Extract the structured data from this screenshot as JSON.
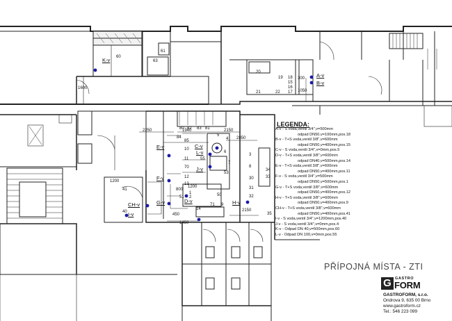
{
  "legend": {
    "title": "LEGENDA:",
    "lines": [
      {
        "text": "A-v - S voda,ventil 3/4\",v=500mm",
        "sub": false
      },
      {
        "text": "odpad DN50,v=100mm,pos.18",
        "sub": true
      },
      {
        "text": "B-v - T+S voda,ventil 3/8\",v=600mm",
        "sub": false
      },
      {
        "text": "odpad DN50,v=400mm,pos.15",
        "sub": true
      },
      {
        "text": "C-v - S voda,ventil 3/4\",v=0mm,pos.5",
        "sub": false
      },
      {
        "text": "D-v - T+S voda,ventil 3/8\",v=600mm",
        "sub": false
      },
      {
        "text": "odpad DN40,v=500mm,pos.14",
        "sub": true
      },
      {
        "text": "E-v - T+S voda,ventil 3/8\",v=600mm",
        "sub": false
      },
      {
        "text": "odpad DN50,v=400mm,pos.11",
        "sub": true
      },
      {
        "text": "F-v - S voda,ventil 3/4\",v=500mm",
        "sub": false
      },
      {
        "text": "odpad DN50,v=500mm,pos.1",
        "sub": true
      },
      {
        "text": "G-v - T+S voda,ventil 3/8\",v=600mm",
        "sub": false
      },
      {
        "text": "odpad DN50,v=400mm,pos.12",
        "sub": true
      },
      {
        "text": "H-v - T+S voda,ventil 3/8\",v=600mm",
        "sub": false
      },
      {
        "text": "odpad DN50,v=400mm,pos.9",
        "sub": true
      },
      {
        "text": "CH-v - T+S voda,ventil 3/8\",v=600mm",
        "sub": false
      },
      {
        "text": "odpad DN50,v=400mm,pos.41",
        "sub": true
      },
      {
        "text": "I-v - S voda,ventil 3/4\",v=1200mm,pos.40",
        "sub": false
      },
      {
        "text": "J-v - S voda,ventil 3/4\",v=0mm,pos.4",
        "sub": false
      },
      {
        "text": "K-v - Odpad DN 40,v=500mm,pos.60",
        "sub": false
      },
      {
        "text": "L-v - Odpad DN 100,v=0mm,pos.55",
        "sub": false
      }
    ]
  },
  "title_block": {
    "sheet_title": "PŘÍPOJNÁ MÍSTA  - ZTI",
    "logo_mark": "G",
    "logo_small": "GASTRO",
    "logo_big": "FORM",
    "company": "GASTROFORM, s.r.o.",
    "address": "Ondrova 9, 635 00 Brno",
    "web": "www.gastroform.cz",
    "phone": "Tel.: 546 223 099"
  },
  "connections": [
    "A-v",
    "B-v",
    "C-v",
    "L-v",
    "J-v",
    "D-v",
    "E-v",
    "F-v",
    "G-v",
    "H-v",
    "CH-v",
    "I-v",
    "K-v"
  ],
  "dimensions": [
    "1600",
    "2250",
    "1940",
    "2150",
    "2850",
    "1200",
    "800",
    "1200",
    "450",
    "1450",
    "2150",
    "300",
    "1050"
  ],
  "positions": [
    "20",
    "19",
    "18",
    "15",
    "16",
    "17",
    "21",
    "22",
    "60",
    "61",
    "63",
    "80",
    "82",
    "83",
    "81",
    "85",
    "84",
    "10",
    "11",
    "70",
    "12",
    "13",
    "1",
    "2",
    "51",
    "14",
    "71",
    "9",
    "3",
    "5",
    "4",
    "55",
    "6",
    "7",
    "50",
    "30",
    "31",
    "32",
    "33",
    "34",
    "35",
    "41",
    "40",
    "8",
    "53"
  ]
}
